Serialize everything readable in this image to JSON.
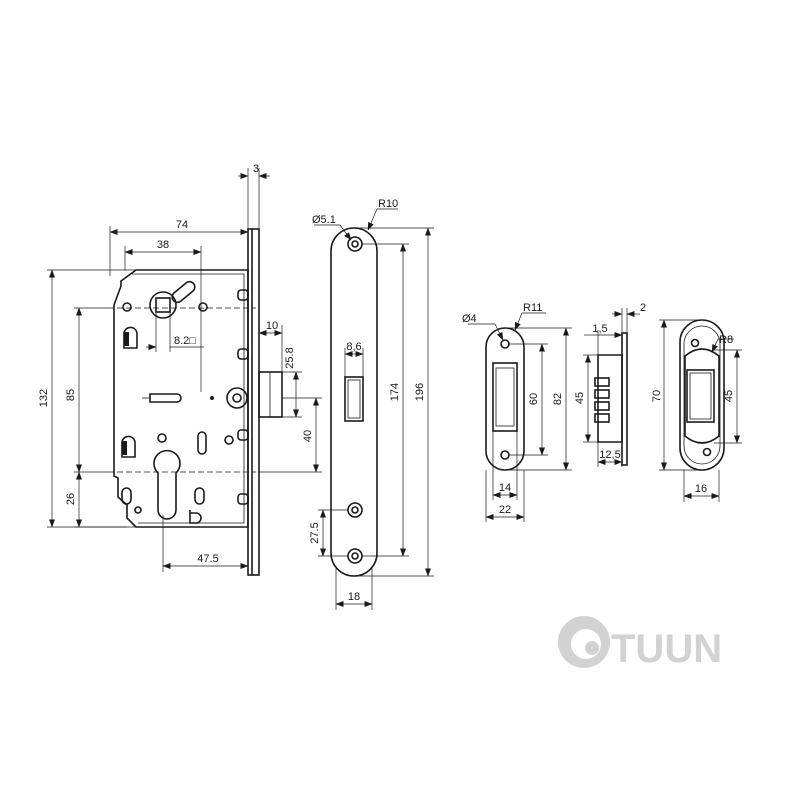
{
  "brand": {
    "name": "TUUN",
    "color": "#d2d2d2"
  },
  "ink_color": "#1a1a1a",
  "dims": {
    "lock": {
      "plate_thick": "3",
      "case_depth": "74",
      "spindle": "38",
      "square": "8.2□",
      "latch_len": "10",
      "latch_h": "25.8",
      "bolt_to_cyl": "40",
      "height_total": "132",
      "pitch": "85",
      "cyl_low": "26",
      "backset": "47.5"
    },
    "faceplate": {
      "hole": "Ø5.1",
      "radius": "R10",
      "slot": "8,6",
      "hole_pitch": "174",
      "length": "196",
      "screw_off": "27.5",
      "width": "18"
    },
    "strike": {
      "hole": "Ø4",
      "radius": "R11",
      "box_h": "60",
      "length": "82",
      "opening_w": "14",
      "width": "22"
    },
    "strike_side": {
      "lip": "1,5",
      "thick": "2",
      "height": "45",
      "depth": "12,5"
    },
    "strike_alt": {
      "radius": "R8",
      "length": "70",
      "opening_h": "45",
      "width": "16"
    }
  }
}
